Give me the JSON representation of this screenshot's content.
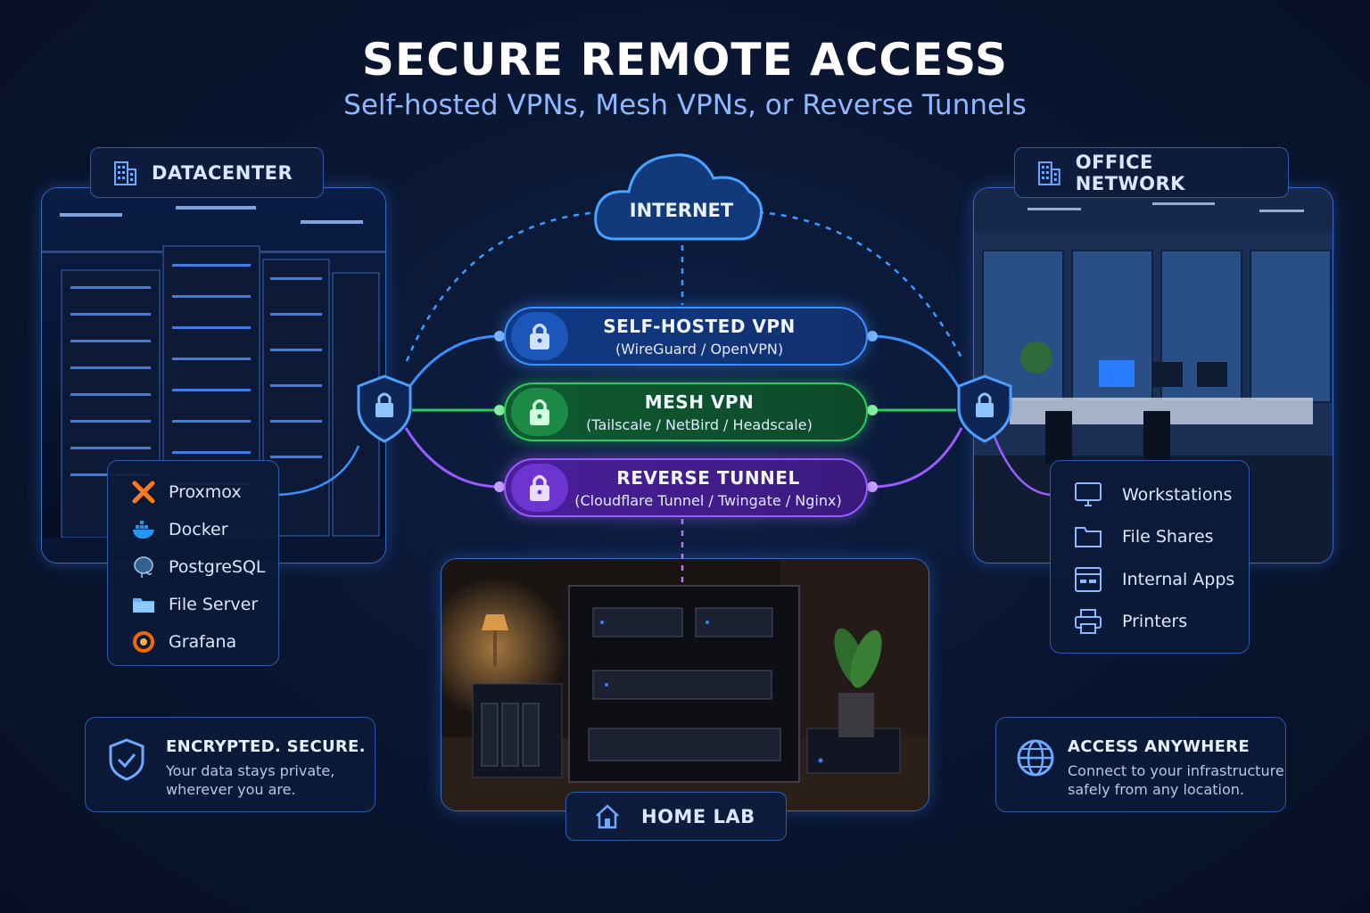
{
  "header": {
    "title": "SECURE REMOTE ACCESS",
    "subtitle": "Self-hosted VPNs, Mesh VPNs, or Reverse Tunnels"
  },
  "internet": {
    "label": "INTERNET"
  },
  "datacenter": {
    "label": "DATACENTER",
    "services": [
      {
        "label": "Proxmox",
        "icon": "proxmox-icon"
      },
      {
        "label": "Docker",
        "icon": "docker-icon"
      },
      {
        "label": "PostgreSQL",
        "icon": "postgresql-icon"
      },
      {
        "label": "File Server",
        "icon": "folder-icon"
      },
      {
        "label": "Grafana",
        "icon": "grafana-icon"
      }
    ]
  },
  "office": {
    "label": "OFFICE NETWORK",
    "resources": [
      {
        "label": "Workstations",
        "icon": "monitor-icon"
      },
      {
        "label": "File Shares",
        "icon": "folder-icon"
      },
      {
        "label": "Internal Apps",
        "icon": "app-window-icon"
      },
      {
        "label": "Printers",
        "icon": "printer-icon"
      }
    ]
  },
  "homelab": {
    "label": "HOME LAB"
  },
  "tunnels": [
    {
      "title": "SELF-HOSTED VPN",
      "subtitle": "(WireGuard / OpenVPN)",
      "color": "#3d8fff"
    },
    {
      "title": "MESH VPN",
      "subtitle": "(Tailscale / NetBird / Headscale)",
      "color": "#2ecc5e"
    },
    {
      "title": "REVERSE TUNNEL",
      "subtitle": "(Cloudflare Tunnel / Twingate / Nginx)",
      "color": "#9b5cff"
    }
  ],
  "info": {
    "secure": {
      "title": "ENCRYPTED. SECURE.",
      "line1": "Your data stays private,",
      "line2": "wherever you are."
    },
    "anywhere": {
      "title": "ACCESS ANYWHERE",
      "line1": "Connect to your infrastructure",
      "line2": "safely from any location."
    }
  }
}
